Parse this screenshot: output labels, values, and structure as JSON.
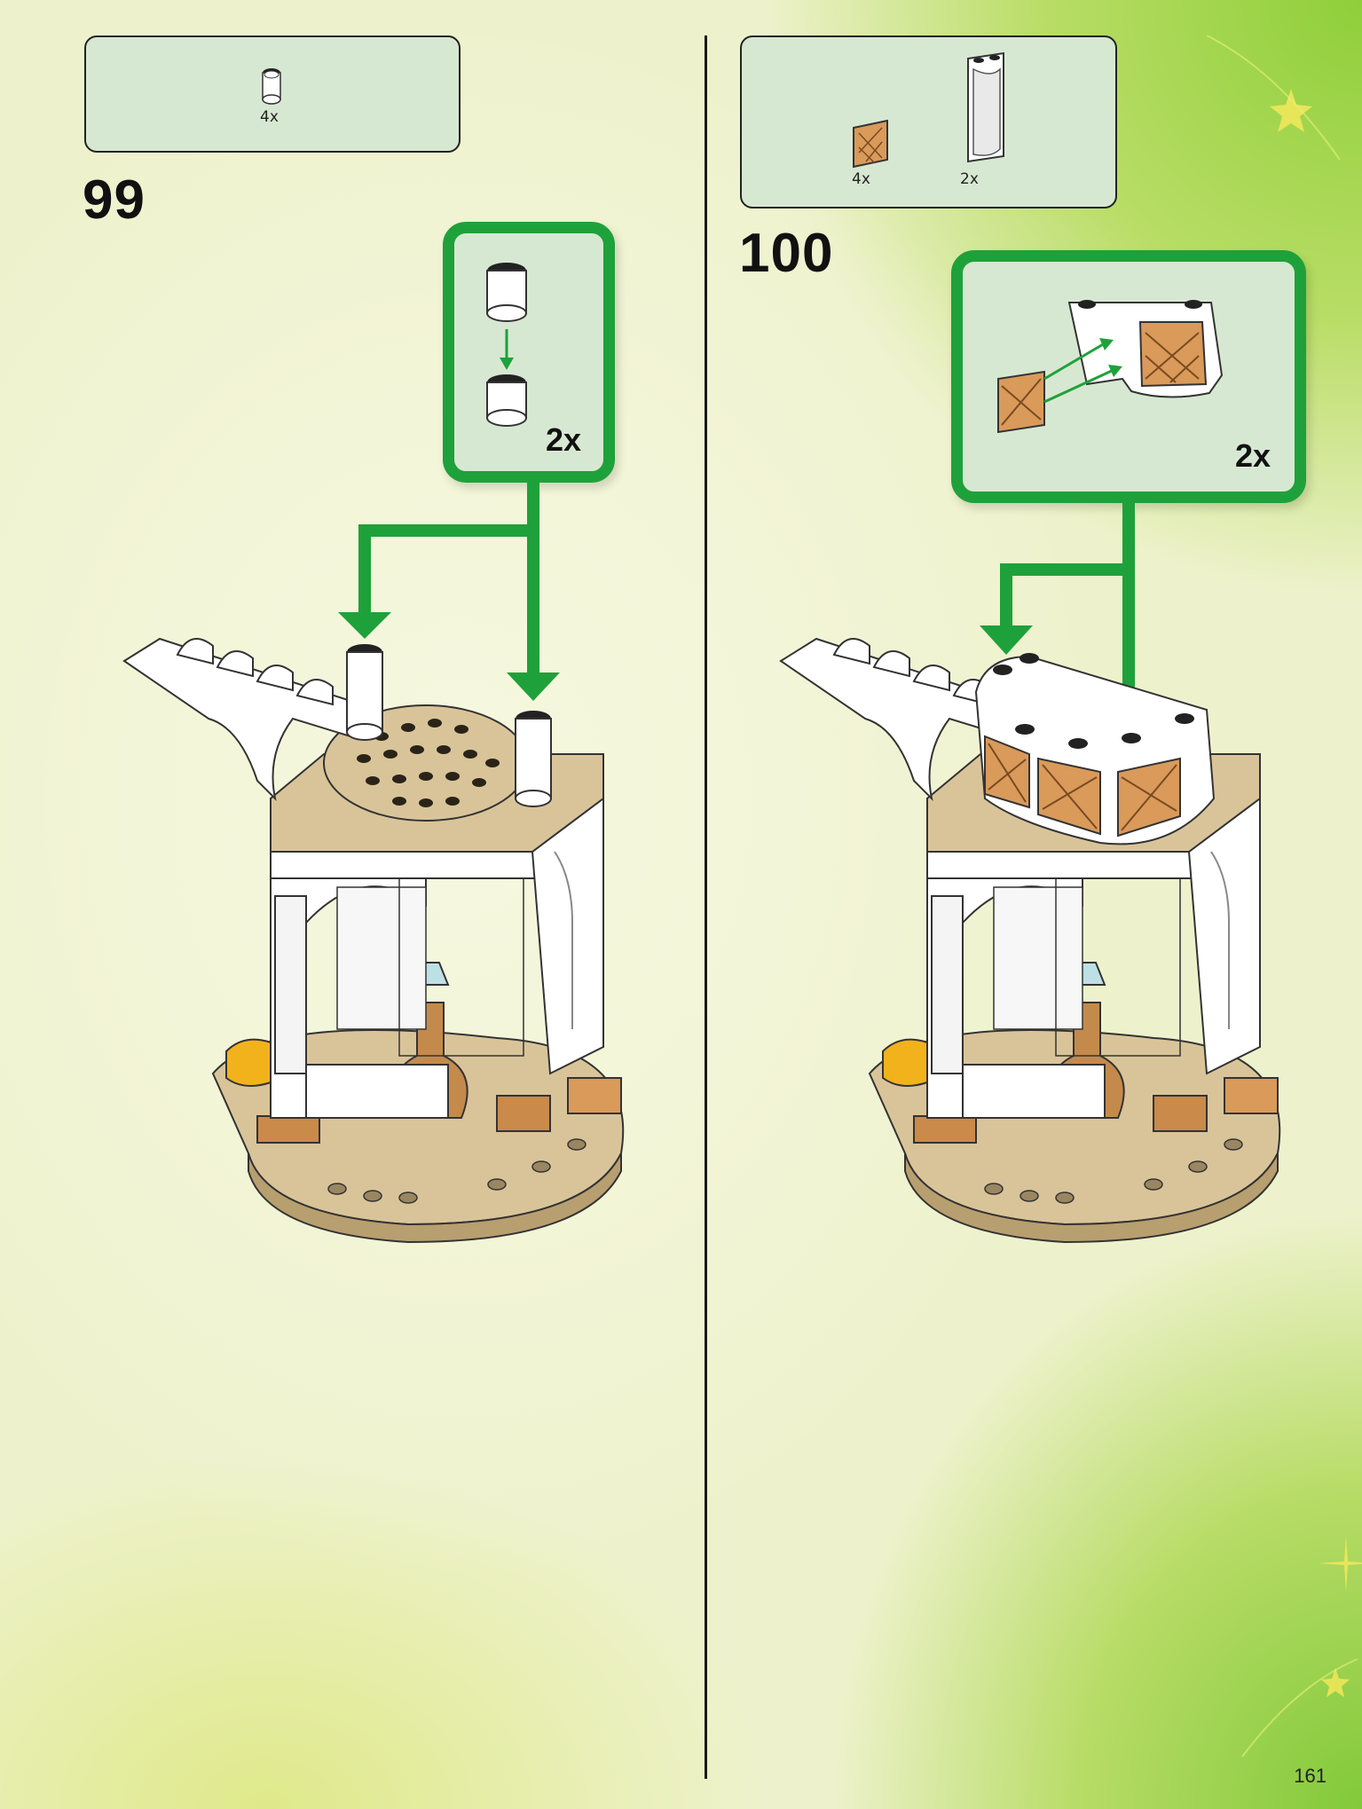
{
  "page_number": "161",
  "steps": [
    {
      "number": "99",
      "parts": [
        {
          "icon": "white-round-brick-icon",
          "qty": "4x"
        }
      ],
      "callout_qty": "2x"
    },
    {
      "number": "100",
      "parts": [
        {
          "icon": "lattice-panel-icon",
          "qty": "4x"
        },
        {
          "icon": "curved-white-brick-icon",
          "qty": "2x"
        }
      ],
      "callout_qty": "2x"
    }
  ],
  "colors": {
    "arrow_green": "#1ea13a",
    "panel_bg": "#d7e8d2",
    "tan": "#d9c49a",
    "white_brick": "#ffffff",
    "copper": "#d99a5a"
  }
}
